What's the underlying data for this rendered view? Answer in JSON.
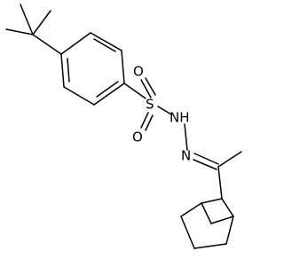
{
  "structure": {
    "atoms": [
      {
        "id": "S1",
        "label": "S",
        "name": "sulfur-atom"
      },
      {
        "id": "O1",
        "label": "O",
        "name": "oxygen-atom-upper"
      },
      {
        "id": "O2",
        "label": "O",
        "name": "oxygen-atom-lower"
      },
      {
        "id": "N1",
        "label": "NH",
        "name": "nh-group"
      },
      {
        "id": "N2",
        "label": "N",
        "name": "nitrogen-atom"
      }
    ]
  },
  "colors": {
    "bond": "#000000",
    "label": "#000000",
    "background": "#ffffff"
  }
}
